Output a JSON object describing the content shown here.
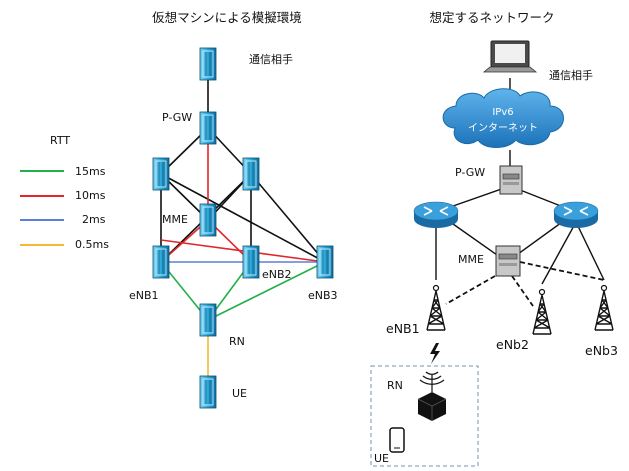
{
  "left": {
    "title": "仮想マシンによる模擬環境",
    "nodes": {
      "correspondent": "通信相手",
      "pgw": "P-GW",
      "mme": "MME",
      "enb1": "eNB1",
      "enb2": "eNB2",
      "enb3": "eNB3",
      "rn": "RN",
      "ue": "UE"
    },
    "legend": {
      "title": "RTT",
      "items": [
        {
          "label": "15ms",
          "color": "#22b04b"
        },
        {
          "label": "10ms",
          "color": "#e2262b"
        },
        {
          "label": "2ms",
          "color": "#5b7fd6"
        },
        {
          "label": "0.5ms",
          "color": "#f7b731"
        }
      ]
    }
  },
  "right": {
    "title": "想定するネットワーク",
    "correspondent": "通信相手",
    "cloud_line1": "IPv6",
    "cloud_line2": "インターネット",
    "pgw": "P-GW",
    "mme": "MME",
    "enb1": "eNB1",
    "enb2": "eNb2",
    "enb3": "eNb3",
    "rn": "RN",
    "ue": "UE"
  },
  "colors": {
    "server": "#29a8d8",
    "router": "#2b8bc6",
    "cloud": "#2a87c8"
  }
}
